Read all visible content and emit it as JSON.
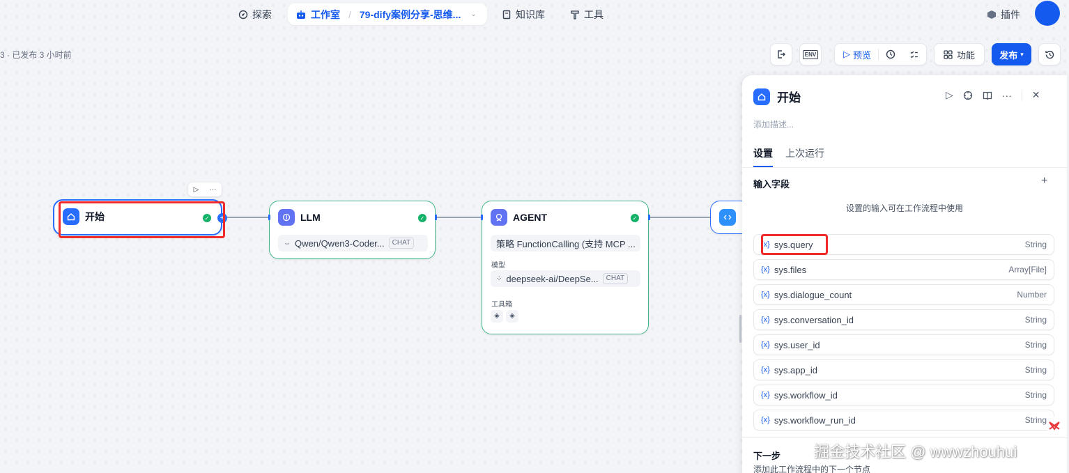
{
  "nav": {
    "explore": "探索",
    "studio": "工作室",
    "app_name": "79-dify案例分享-思维...",
    "knowledge": "知识库",
    "tools": "工具",
    "plugins": "插件"
  },
  "status": "3 · 已发布 3 小时前",
  "toolbar": {
    "env_label": "ENV",
    "preview": "预览",
    "features": "功能",
    "publish": "发布"
  },
  "nodes": {
    "start": {
      "title": "开始"
    },
    "llm": {
      "title": "LLM",
      "model": "Qwen/Qwen3-Coder...",
      "badge": "CHAT"
    },
    "agent": {
      "title": "AGENT",
      "strategy": "策略 FunctionCalling (支持 MCP ...",
      "model_label": "模型",
      "model": "deepseek-ai/DeepSe...",
      "badge": "CHAT",
      "toolbox_label": "工具箱"
    }
  },
  "panel": {
    "title": "开始",
    "desc_placeholder": "添加描述...",
    "tabs": [
      "设置",
      "上次运行"
    ],
    "input_fields_title": "输入字段",
    "hint": "设置的输入可在工作流程中使用",
    "var_prefix": "{x}",
    "variables": [
      {
        "name": "sys.query",
        "type": "String"
      },
      {
        "name": "sys.files",
        "type": "Array[File]"
      },
      {
        "name": "sys.dialogue_count",
        "type": "Number"
      },
      {
        "name": "sys.conversation_id",
        "type": "String"
      },
      {
        "name": "sys.user_id",
        "type": "String"
      },
      {
        "name": "sys.app_id",
        "type": "String"
      },
      {
        "name": "sys.workflow_id",
        "type": "String"
      },
      {
        "name": "sys.workflow_run_id",
        "type": "String"
      }
    ],
    "next_title": "下一步",
    "next_desc": "添加此工作流程中的下一个节点"
  },
  "watermark": "掘金技术社区 @ wwwzhouhui",
  "colors": {
    "accent": "#155aef",
    "success": "#17b26a",
    "highlight": "#ef2b2b"
  }
}
